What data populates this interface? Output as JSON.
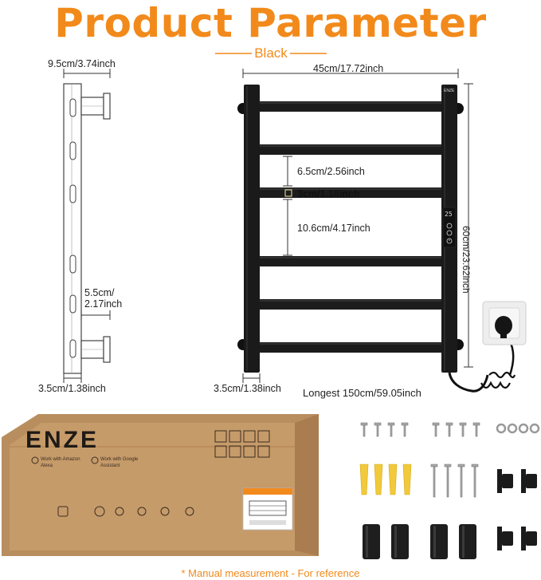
{
  "header": {
    "title": "Product Parameter",
    "color_label": "Black"
  },
  "dimensions": {
    "side_depth": "9.5cm/3.74inch",
    "side_offset_line1": "5.5cm/",
    "side_offset_line2": "2.17inch",
    "side_bottom": "3.5cm/1.38inch",
    "front_width": "45cm/17.72inch",
    "front_height": "60cm/23.62inch",
    "bar_gap": "6.5cm/2.56inch",
    "bar_thickness": "3cm/1.18inch",
    "bar_gap_large": "10.6cm/4.17inch",
    "front_bottom": "3.5cm/1.38inch",
    "cable_length": "Longest 150cm/59.05inch"
  },
  "box": {
    "brand": "ENZE",
    "alexa_label": "Work with Amazon Alexa",
    "google_label": "Work with Google Assistant"
  },
  "device": {
    "brand_small": "ENZE",
    "display_reading": "25"
  },
  "footer": {
    "note": "* Manual measurement - For reference"
  },
  "colors": {
    "accent": "#f28a1b",
    "rail": "#1c1c1c",
    "box": "#c69b6a"
  }
}
